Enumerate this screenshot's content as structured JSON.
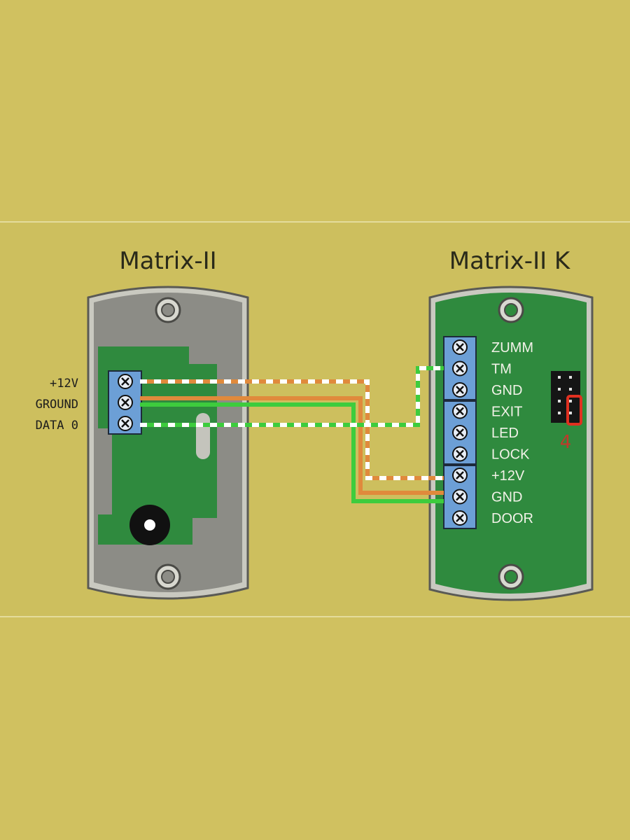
{
  "devices": {
    "left": {
      "title": "Matrix-II",
      "terminal_labels": [
        "+12V",
        "GROUND",
        "DATA 0"
      ]
    },
    "right": {
      "title": "Matrix-II K",
      "terminal_labels": [
        "ZUMM",
        "TM",
        "GND",
        "EXIT",
        "LED",
        "LOCK",
        "+12V",
        "GND",
        "DOOR"
      ],
      "jumper_label": "4"
    }
  },
  "wires": [
    {
      "from": "+12V",
      "to": "+12V",
      "color": "#e08a3c",
      "style": "striped-white"
    },
    {
      "from": "GROUND",
      "to": "GND",
      "color": "#e08a3c",
      "style": "solid"
    },
    {
      "from": "GROUND",
      "to": "GND",
      "color": "#3dcc3d",
      "style": "solid"
    },
    {
      "from": "DATA 0",
      "to": "TM",
      "color": "#3dcc3d",
      "style": "striped-white"
    }
  ],
  "colors": {
    "background": "#d0c160",
    "board": "#2f8a3e",
    "case": "#8a8a82",
    "terminal_block": "#6c9fd6",
    "wire_orange": "#e08a3c",
    "wire_green": "#3dcc3d"
  }
}
